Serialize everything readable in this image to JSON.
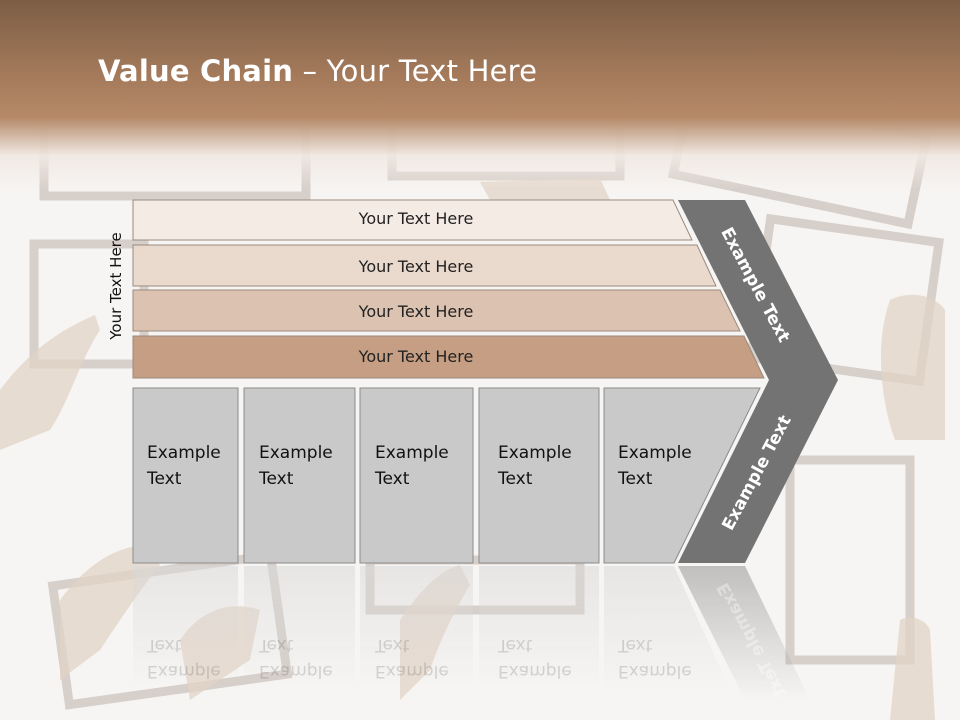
{
  "title": {
    "bold": "Value Chain",
    "rest": " – Your Text Here"
  },
  "side_label": "Your Text Here",
  "stripes": [
    {
      "label": "Your Text Here",
      "color": "#f4ebe5"
    },
    {
      "label": "Your Text Here",
      "color": "#ead9cd"
    },
    {
      "label": "Your Text Here",
      "color": "#dcc3b1"
    },
    {
      "label": "Your Text Here",
      "color": "#c59e83"
    }
  ],
  "boxes": [
    {
      "line1": "Example",
      "line2": "Text"
    },
    {
      "line1": "Example",
      "line2": "Text"
    },
    {
      "line1": "Example",
      "line2": "Text"
    },
    {
      "line1": "Example",
      "line2": "Text"
    },
    {
      "line1": "Example",
      "line2": "Text"
    }
  ],
  "arrow_top": "Example Text",
  "arrow_bottom": "Example Text",
  "colors": {
    "box": "#c9c9c9",
    "arrow": "#737373",
    "header": "#a47a5b"
  }
}
